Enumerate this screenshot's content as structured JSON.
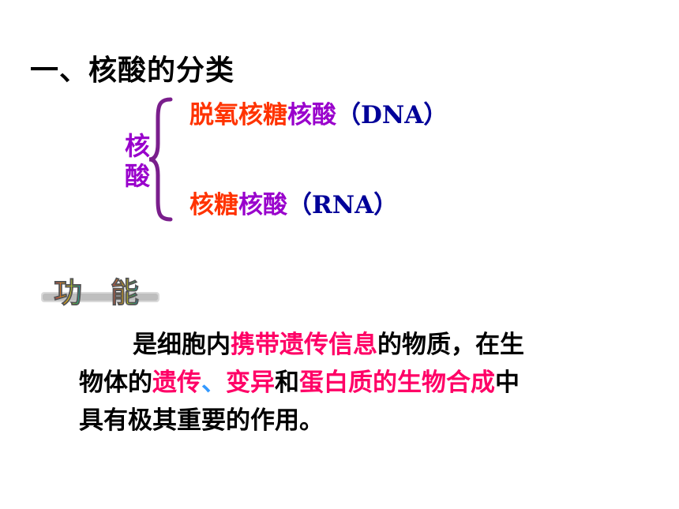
{
  "heading": "一、核酸的分类",
  "classification": {
    "vertical_label": [
      "核",
      "酸"
    ],
    "dna": {
      "part1": "脱氧核糖",
      "part2": "核酸",
      "part3": "（DNA）"
    },
    "rna": {
      "part1": "核糖",
      "part2": "核酸",
      "part3": "（RNA）"
    }
  },
  "function_badge": {
    "chars": [
      "功",
      "能"
    ]
  },
  "paragraph": {
    "line1": [
      {
        "text": "是细胞内",
        "color": "#000000"
      },
      {
        "text": "携带遗传信息",
        "color": "#ff0066"
      },
      {
        "text": "的物质，在生",
        "color": "#000000"
      }
    ],
    "line2": [
      {
        "text": "物体的",
        "color": "#000000"
      },
      {
        "text": "遗传",
        "color": "#ff0066"
      },
      {
        "text": "、",
        "color": "#3399ff"
      },
      {
        "text": "变异",
        "color": "#ff0066"
      },
      {
        "text": "和",
        "color": "#000000"
      },
      {
        "text": "蛋白质的生物合成",
        "color": "#ff0066"
      },
      {
        "text": "中",
        "color": "#000000"
      }
    ],
    "line3": [
      {
        "text": "具有极其重要的作用。",
        "color": "#000000"
      }
    ]
  },
  "colors": {
    "orange_red": "#ff3300",
    "purple": "#9900cc",
    "navy": "#000099",
    "magenta": "#ff0066",
    "brace": "#7a1e8c"
  }
}
